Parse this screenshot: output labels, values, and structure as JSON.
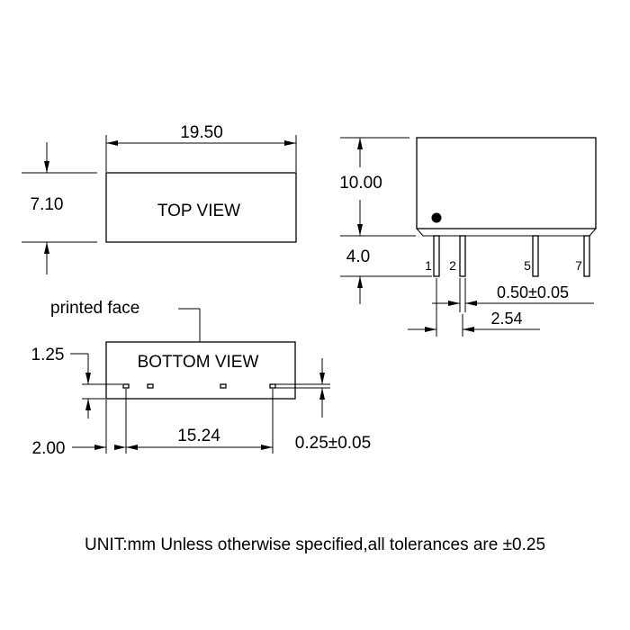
{
  "top_view": {
    "label": "TOP VIEW",
    "width_dim": "19.50",
    "height_dim": "7.10"
  },
  "side_view": {
    "height_dim": "10.00",
    "pin_length_dim": "4.0",
    "pin_numbers": [
      "1",
      "2",
      "5",
      "7"
    ],
    "pin_width_dim": "0.50±0.05",
    "pin_pitch_dim": "2.54"
  },
  "bottom_view": {
    "label": "BOTTOM VIEW",
    "printed_face_label": "printed face",
    "edge_offset_dim": "1.25",
    "side_offset_dim": "2.00",
    "pin_span_dim": "15.24",
    "pad_dim": "0.25±0.05"
  },
  "footnote": "UNIT:mm Unless otherwise specified,all tolerances are ±0.25"
}
